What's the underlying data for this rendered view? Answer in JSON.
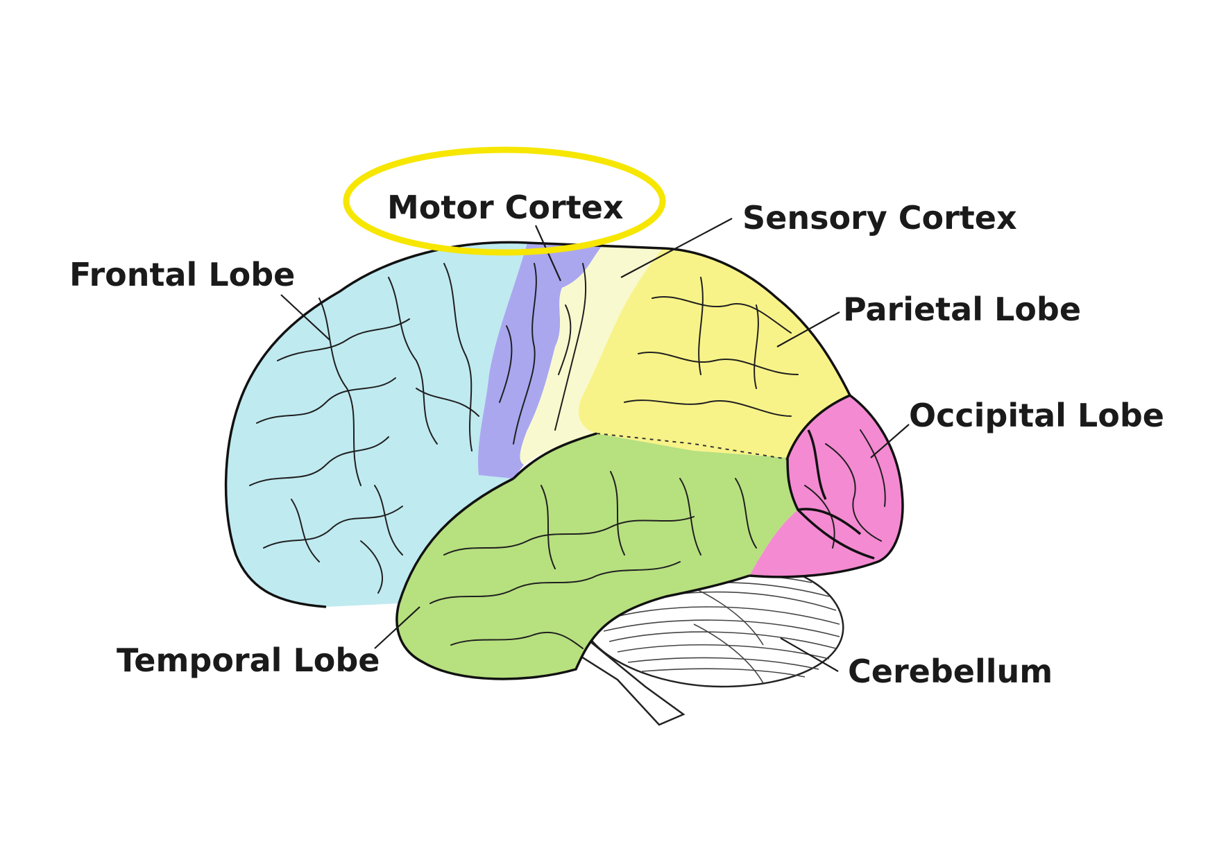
{
  "labels": {
    "motor_cortex": "Motor Cortex",
    "sensory_cortex": "Sensory Cortex",
    "frontal_lobe": "Frontal Lobe",
    "parietal_lobe": "Parietal Lobe",
    "occipital_lobe": "Occipital Lobe",
    "temporal_lobe": "Temporal Lobe",
    "cerebellum": "Cerebellum"
  },
  "colors": {
    "frontal": "#bfeaf0",
    "motor": "#aaa7ef",
    "sensory": "#f9f9cf",
    "parietal": "#f8f388",
    "occipital": "#f48ad2",
    "temporal": "#b7e07f",
    "cerebellum": "#ffffff",
    "highlight": "#f6e600"
  }
}
